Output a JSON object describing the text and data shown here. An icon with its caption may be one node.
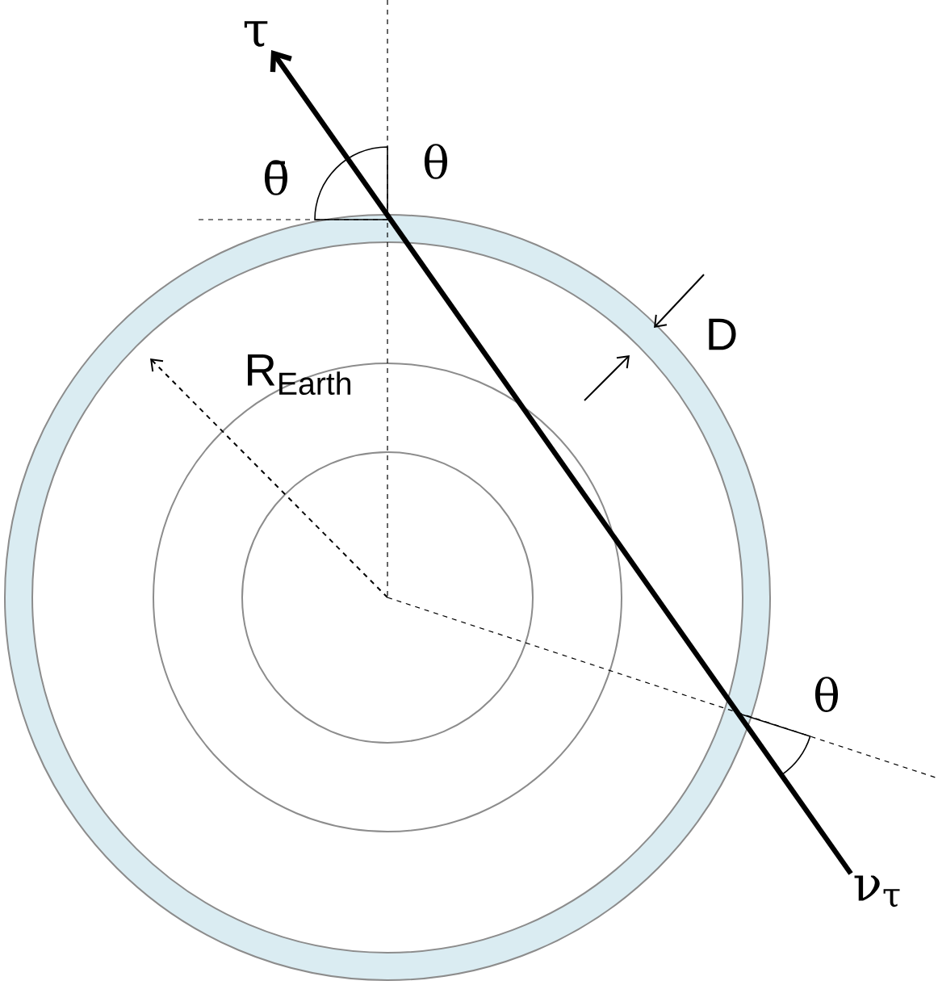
{
  "diagram": {
    "nodes": [
      {
        "text": [
          "τ"
        ]
      },
      {
        "text": [
          "ν$_{τ}$"
        ]
      }
    ],
    "edges": [
      {
        "from": 1,
        "to": 0,
        "arrow": "to"
      }
    ],
    "labels": [
      "θ̄",
      "θ",
      "D",
      "R$_{Earth}$",
      "θ"
    ]
  }
}
